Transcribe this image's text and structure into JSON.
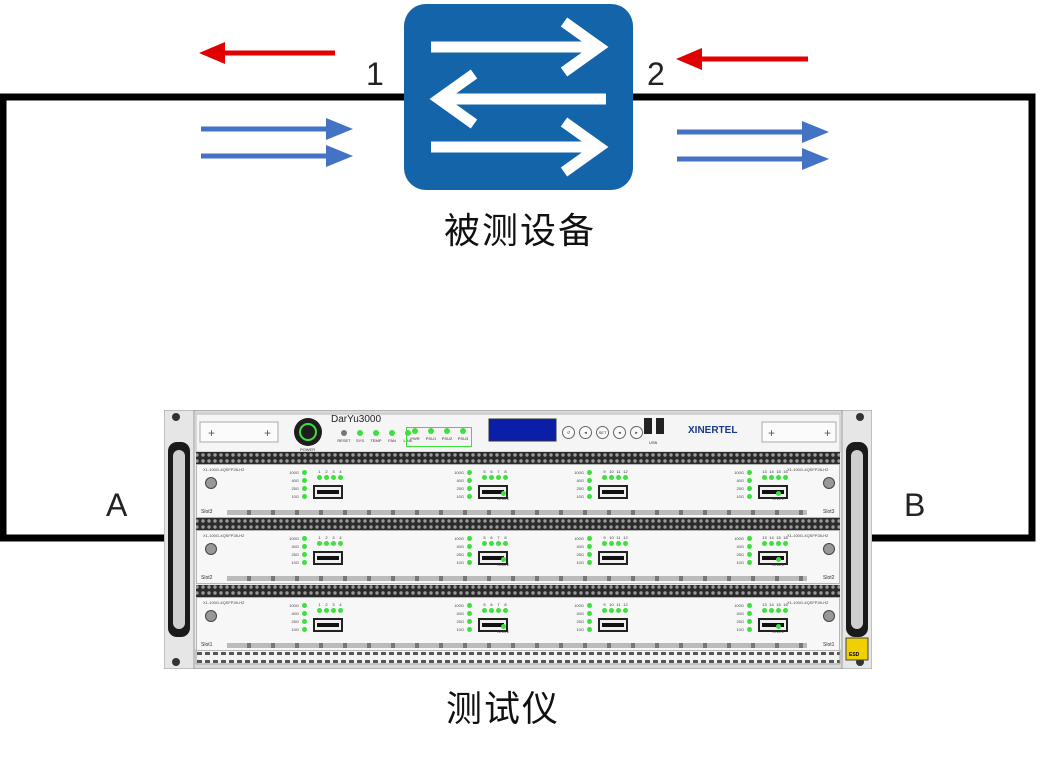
{
  "dut": {
    "caption": "被测设备",
    "port_left": "1",
    "port_right": "2",
    "accent_color": "#1464aa"
  },
  "tester": {
    "caption": "测试仪",
    "port_left": "A",
    "port_right": "B",
    "model": "DarYu3000",
    "brand": "XINERTEL",
    "brand_color": "#1a3a8a",
    "led_color": "#3ee03e",
    "status_leds": [
      "RESET",
      "SYS",
      "TEMP",
      "FAN",
      "LINK"
    ],
    "power_leds": [
      "PWR",
      "PSU1",
      "PSU2",
      "PSU3"
    ],
    "panel_buttons": [
      "↺",
      "◄",
      "SET",
      "◄",
      "►"
    ],
    "usb_label": "USB",
    "power_label": "POWER",
    "esd_label": "ESD",
    "slots": [
      {
        "label": "Slot3",
        "card_name": "X1-100G-4QSFP28-H2"
      },
      {
        "label": "Slot2",
        "card_name": "X1-100G-4QSFP28-H2"
      },
      {
        "label": "Slot1",
        "card_name": "X1-100G-4QSFP28-H2"
      }
    ],
    "speed_labels": [
      "100G",
      "40G",
      "25G",
      "10G"
    ],
    "port_groups": [
      {
        "numbers": [
          "1",
          "2",
          "3",
          "4"
        ]
      },
      {
        "numbers": [
          "5",
          "6",
          "7",
          "8"
        ]
      },
      {
        "numbers": [
          "9",
          "10",
          "11",
          "12"
        ]
      },
      {
        "numbers": [
          "13",
          "14",
          "15",
          "16"
        ]
      }
    ],
    "state_label": "STATE"
  },
  "arrows": {
    "return_color": "#e00000",
    "forward_color": "#4472c4"
  },
  "cable_color": "#000000"
}
